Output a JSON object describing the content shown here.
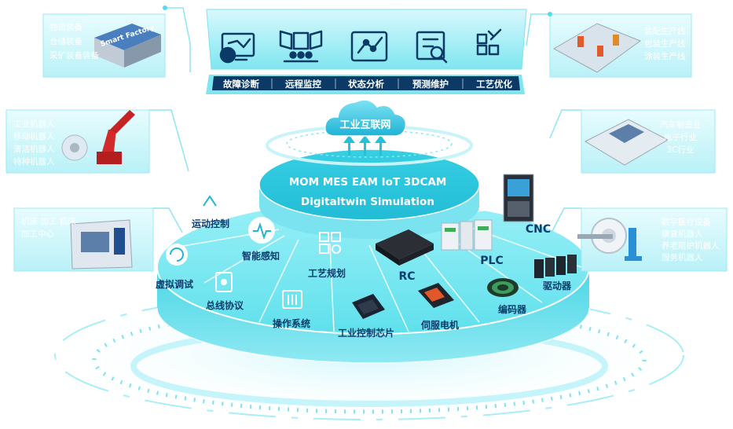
{
  "top_panel": {
    "items": [
      {
        "label": "故障诊断",
        "icon": "fault-diagnosis-icon"
      },
      {
        "label": "远程监控",
        "icon": "remote-monitor-icon"
      },
      {
        "label": "状态分析",
        "icon": "status-analysis-icon"
      },
      {
        "label": "预测维护",
        "icon": "predictive-maintenance-icon"
      },
      {
        "label": "工艺优化",
        "icon": "process-optimization-icon"
      }
    ]
  },
  "cloud": {
    "label": "工业互联网"
  },
  "top_layer": {
    "line1": "MOM  MES  EAM  IoT  3DCAM",
    "line2": "Digitaltwin  Simulation"
  },
  "left_ring": {
    "items": [
      "运动控制",
      "智能感知",
      "工艺规划",
      "虚拟调试",
      "总线协议",
      "操作系统",
      "工业控制芯片"
    ]
  },
  "right_ring": {
    "items": [
      "RC",
      "PLC",
      "CNC",
      "伺服电机",
      "编码器",
      "驱动器"
    ]
  },
  "side_panels": {
    "left": [
      {
        "items": [
          "物流装备",
          "仓储装备",
          "采矿装备装备"
        ],
        "image": "smart-factory-image",
        "image_text": "Smart Factory"
      },
      {
        "items": [
          "工业机器人",
          "移动机器人",
          "清洁机器人",
          "特种机器人"
        ],
        "image": "industrial-robot-image"
      },
      {
        "items": [
          "机床  加工  机床",
          "加工中心"
        ],
        "image": "cnc-machine-image"
      }
    ],
    "right": [
      {
        "items": [
          "装配生产线",
          "包装生产线",
          "涂装生产线"
        ],
        "image": "production-line-image"
      },
      {
        "items": [
          "汽车制造业",
          "电子行业",
          "3C行业"
        ],
        "image": "factory-layout-image"
      },
      {
        "items": [
          "数字医疗设备",
          "康复机器人",
          "养老陪护机器人",
          "服务机器人"
        ],
        "image": "medical-equipment-image"
      }
    ]
  },
  "colors": {
    "cyan": "#5fe3f0",
    "deep_cyan": "#26c6da",
    "navy": "#0a3d6b",
    "panel_bg": "#e6fbfd",
    "panel_border": "#8ee9f2",
    "bar": "#0b3a66"
  }
}
